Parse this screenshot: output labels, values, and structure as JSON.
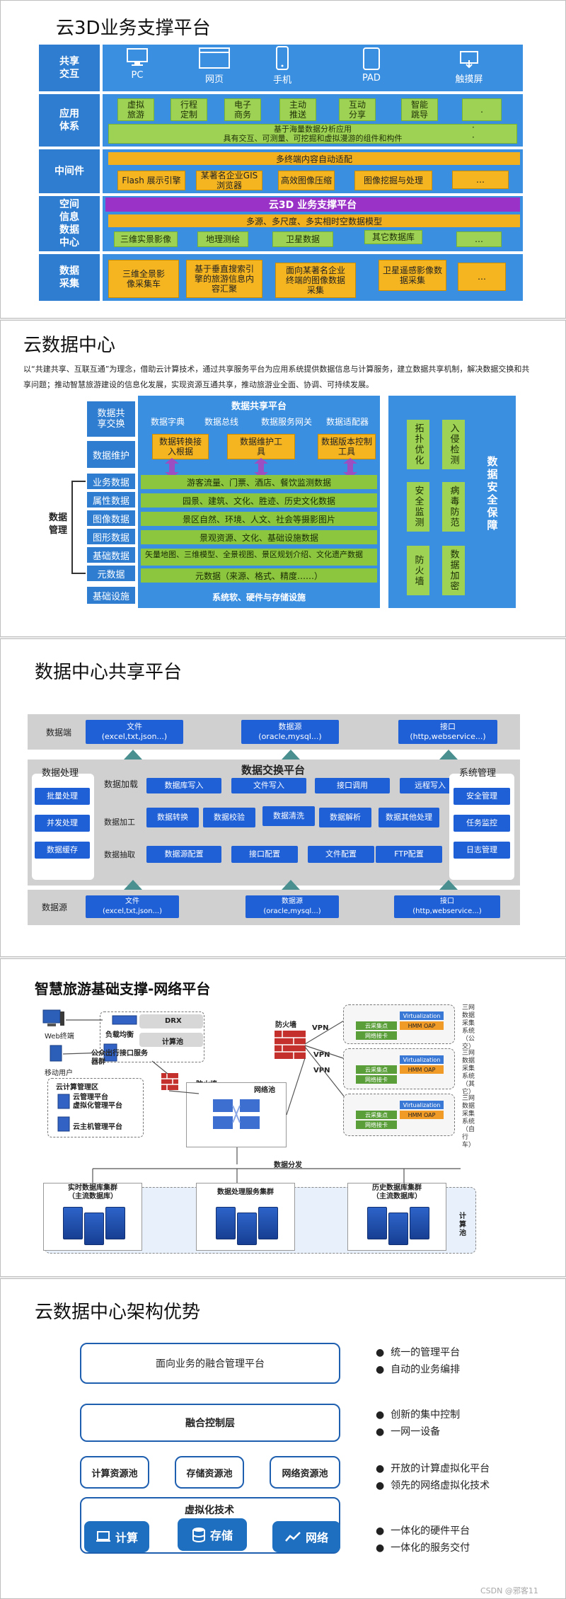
{
  "slide1": {
    "title": "云3D业务支撑平台",
    "labels": [
      "共享交互",
      "应用体系",
      "中间件",
      "空间信息数据中心",
      "数据采集"
    ],
    "devices": [
      "PC",
      "网页",
      "手机",
      "PAD",
      "触摸屏"
    ],
    "apps": [
      "虚拟旅游",
      "行程定制",
      "电子商务",
      "主动推送",
      "互动分享",
      "智能跳导",
      "."
    ],
    "app_bar": "基于海量数据分析应用\n具有交互、可测量、可挖掘和虚拟漫游的组件和构件",
    "app_dots": [
      "·",
      "·"
    ],
    "middleware_bar": "多终端内容自动适配",
    "middleware": [
      "Flash 展示引擎",
      "某著名企业GIS 浏览器",
      "高效图像压缩",
      "图像挖掘与处理",
      "…"
    ],
    "platform_bar": "云3D 业务支撑平台",
    "spatial_bar": "多源、多尺度、多实相时空数据模型",
    "spatial": [
      "三维实景影像",
      "地理测绘",
      "卫星数据",
      "其它数据库",
      "…"
    ],
    "collect": [
      "三维全景影像采集车",
      "基于垂直搜索引擎的旅游信息内容汇聚",
      "面向某著名企业终端的图像数据采集",
      "卫星遥感影像数据采集",
      "…"
    ]
  },
  "slide2": {
    "title": "云数据中心",
    "intro": "以“共建共享、互联互通”为理念，借助云计算技术，通过共享服务平台为应用系统提供数据信息与计算服务，建立数据共享机制，解决数据交换和共享问题；推动智慧旅游建设的信息化发展，实现资源互通共享，推动旅游业全面、协调、可持续发展。",
    "share_label": "数据共享交换",
    "share_title": "数据共享平台",
    "share_items": [
      "数据字典",
      "数据总线",
      "数据服务网关",
      "数据适配器"
    ],
    "maint_label": "数据维护",
    "maint_tools": [
      "数据转换接入根据",
      "数据维护工具",
      "数据版本控制工具"
    ],
    "mgmt_label": "数据管理",
    "rows": [
      {
        "label": "业务数据",
        "text": "游客流量、门票、酒店、餐饮监测数据"
      },
      {
        "label": "属性数据",
        "text": "园景、建筑、文化、胜迹、历史文化数据"
      },
      {
        "label": "图像数据",
        "text": "景区自然、环境、人文、社会等摄影图片"
      },
      {
        "label": "图形数据",
        "text": "景观资源、文化、基础设施数据"
      },
      {
        "label": "基础数据",
        "text": "矢量地图、三维模型、全景视图、景区规划介绍、文化遗产数据"
      },
      {
        "label": "元数据",
        "text": "元数据（来源、格式、精度……）"
      }
    ],
    "infra_label": "基础设施",
    "infra_text": "系统软、硬件与存储设施",
    "security_title": "数据安全保障",
    "security_items": [
      "拓扑优化",
      "入侵检测",
      "安全监测",
      "病毒防范",
      "防火墙",
      "数据加密"
    ]
  },
  "slide3": {
    "title": "数据中心共享平台",
    "end_label": "数据端",
    "end_items": [
      "文件\n(excel,txt,json...)",
      "数据源\n(oracle,mysql...)",
      "接口\n(http,webservice...)"
    ],
    "left_title": "数据处理",
    "left_items": [
      "批量处理",
      "并发处理",
      "数据缓存"
    ],
    "center_title": "数据交换平台",
    "load_label": "数据加载",
    "load_items": [
      "数据库写入",
      "文件写入",
      "接口调用",
      "远程写入"
    ],
    "proc_label": "数据加工",
    "proc_items": [
      "数据转换",
      "数据校验",
      "数据清洗",
      "数据解析",
      "数据其他处理"
    ],
    "extract_label": "数据抽取",
    "extract_items": [
      "数据源配置",
      "接口配置",
      "文件配置",
      "FTP配置"
    ],
    "right_title": "系统管理",
    "right_items": [
      "安全管理",
      "任务监控",
      "日志管理"
    ],
    "source_label": "数据源",
    "source_items": [
      "文件\n(excel,txt,json...)",
      "数据源\n(oracle,mysql...)",
      "接口\n(http,webservice...)"
    ]
  },
  "slide4": {
    "title": "智慧旅游基础支撑-网络平台",
    "web": "Web终端",
    "mobile": "移动用户",
    "lb": "负载均衡",
    "drx": "DRX",
    "calc_pool_top": "计算池",
    "gateway": "公众出行接口服务器群",
    "firewall": "防火墙",
    "firewall2": "防火墙",
    "vpn": [
      "VPN",
      "VPN",
      "VPN"
    ],
    "cloud_mgmt": "云计算管理区",
    "cloud_items": [
      "云管理平台\n虚拟化管理平台",
      "云主机管理平台"
    ],
    "network_pool": "网络池",
    "data_dist": "数据分发",
    "clusters": [
      "实时数据库集群\n（主流数据库）",
      "数据处理服务集群",
      "历史数据库集群\n（主流数据库）"
    ],
    "calc_pool": "计算池",
    "site_labels": [
      "云采集点",
      "云采集点",
      "云采集点"
    ],
    "virt": "Virtualization",
    "hmm": "HMM OAP",
    "net_card": "网络接卡",
    "systems": [
      "三网数据采集系统（公交）",
      "三网数据采集系统（其它）",
      "三网数据采集系统（自行车）"
    ]
  },
  "slide5": {
    "title": "云数据中心架构优势",
    "layer1": "面向业务的融合管理平台",
    "layer2": "融合控制层",
    "pools": [
      "计算资源池",
      "存储资源池",
      "网络资源池"
    ],
    "virt": "虚拟化技术",
    "icons": [
      "计算",
      "存储",
      "网络"
    ],
    "bullets": [
      [
        "统一的管理平台",
        "自动的业务编排"
      ],
      [
        "创新的集中控制",
        "一网一设备"
      ],
      [
        "开放的计算虚拟化平台",
        "领先的网络虚拟化技术"
      ],
      [
        "一体化的硬件平台",
        "一体化的服务交付"
      ]
    ],
    "watermark": "CSDN @邪客11"
  }
}
